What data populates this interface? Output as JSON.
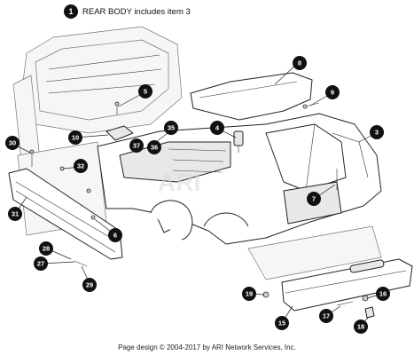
{
  "header_note": {
    "number": "1",
    "text": "REAR BODY includes item 3"
  },
  "watermark": "ARI",
  "footer": "Page design © 2004-2017 by ARI Network Services, Inc.",
  "callouts": [
    "8",
    "9",
    "5",
    "3",
    "4",
    "35",
    "10",
    "37",
    "36",
    "30",
    "32",
    "7",
    "31",
    "6",
    "28",
    "27",
    "29",
    "19",
    "16",
    "15",
    "17",
    "18"
  ],
  "colors": {
    "line": "#222222",
    "callout_fill": "#111111",
    "callout_text": "#ffffff",
    "shade": "#e8e8e8"
  }
}
